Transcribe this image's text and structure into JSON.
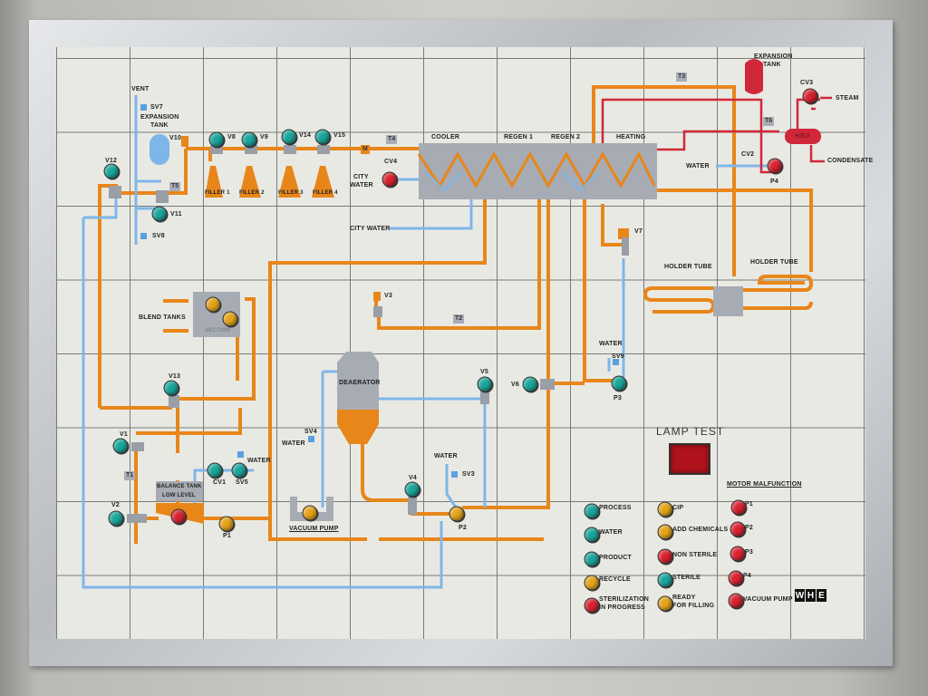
{
  "labels": {
    "vent": "VENT",
    "sv7": "SV7",
    "expansion_tank_left_1": "EXPANSION",
    "expansion_tank_left_2": "TANK",
    "v10": "V10",
    "v8": "V8",
    "v9": "V9",
    "v14": "V14",
    "v15": "V15",
    "t4": "T4",
    "m": "M",
    "cooler": "COOLER",
    "regen1": "REGEN 1",
    "regen2": "REGEN 2",
    "heating": "HEATING",
    "t3": "T3",
    "expansion_tank_right_1": "EXPANSION",
    "expansion_tank_right_2": "TANK",
    "cv3": "CV3",
    "steam": "STEAM",
    "t6": "T6",
    "hex": "H/EX",
    "water_cv2": "WATER",
    "cv2": "CV2",
    "p4": "P4",
    "condensate": "CONDENSATE",
    "v12": "V12",
    "t5": "T5",
    "v11": "V11",
    "sv8": "SV8",
    "filler1": "FILLER 1",
    "filler2": "FILLER 2",
    "filler3": "FILLER 3",
    "filler4": "FILLER 4",
    "cv4": "CV4",
    "city_water_1": "CITY",
    "city_water_2": "WATER",
    "city_water_out": "CITY WATER",
    "v7": "V7",
    "holder_tube_1": "HOLDER TUBE",
    "holder_tube_2": "HOLDER TUBE",
    "v3": "V3",
    "blend_tanks": "BLEND TANKS",
    "section": "SECTION",
    "t2": "T2",
    "water_sv9": "WATER",
    "sv9": "SV9",
    "deaerator": "DEAERATOR",
    "v13": "V13",
    "v5": "V5",
    "v6": "V6",
    "p3": "P3",
    "v1": "V1",
    "sv4": "SV4",
    "water_sv4": "WATER",
    "water_sv3": "WATER",
    "sv3": "SV3",
    "cv1": "CV1",
    "sv5": "SV5",
    "water_sv5": "WATER",
    "t1": "T1",
    "balance_tank_1": "BALANCE TANK",
    "balance_tank_2": "LOW LEVEL",
    "v4": "V4",
    "v2": "V2",
    "p1": "P1",
    "p2": "P2",
    "vacuum_pump": "VACUUM PUMP"
  },
  "lamp_test": {
    "label": "LAMP TEST"
  },
  "status_panel": {
    "col1": [
      "PROCESS",
      "WATER",
      "PRODUCT",
      "RECYCLE",
      "STERILIZATION",
      "IN PROGRESS"
    ],
    "col2": [
      "CIP",
      "ADD CHEMICALS",
      "NON STERILE",
      "STERILE",
      "READY",
      "FOR FILLING"
    ],
    "motor_malfunction_title": "MOTOR MALFUNCTION",
    "col3": [
      "P1",
      "P2",
      "P3",
      "P4",
      "VACUUM PUMP"
    ]
  },
  "logo": [
    "W",
    "H",
    "E"
  ],
  "colors": {
    "product": "#e8861a",
    "water": "#7fb6e8",
    "steam": "#d0283a",
    "fitting": "#9a9ea6",
    "panel": "#e9e9e3"
  }
}
